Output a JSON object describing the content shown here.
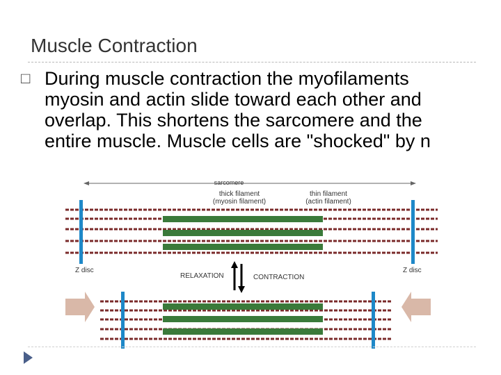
{
  "slide": {
    "title": "Muscle Contraction",
    "bullet_symbol": "□",
    "body": "During muscle contraction the myofilaments myosin and actin slide toward each other and overlap. This shortens the sarcomere and the entire muscle. Muscle cells are \"shocked\" by n"
  },
  "figure": {
    "sarcomere_label": "sarcomere",
    "thick_filament_label": "thick filament",
    "myosin_label": "(myosin filament)",
    "thin_filament_label": "thin filament",
    "actin_label": "(actin filament)",
    "z_disc_left": "Z disc",
    "z_disc_right": "Z disc",
    "relaxation_label": "RELAXATION",
    "contraction_label": "CONTRACTION"
  },
  "colors": {
    "z_disc": "#1e88c8",
    "actin": "#7a2a2a",
    "myosin": "#3a7a3a",
    "arrow": "#d9b8a8"
  },
  "icons": {
    "nav": "next-triangle-icon"
  }
}
